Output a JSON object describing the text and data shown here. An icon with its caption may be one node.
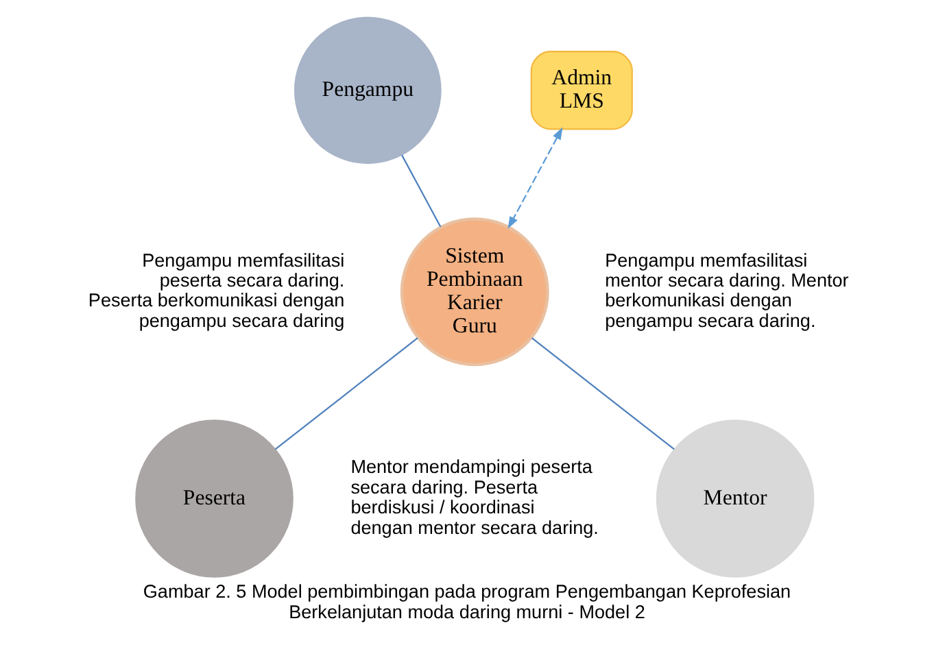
{
  "diagram": {
    "caption": "Gambar 2. 5 Model pembimbingan pada program Pengembangan Keprofesian Berkelanjutan moda daring murni - Model 2",
    "nodes": [
      {
        "text": [
          "Pengampu"
        ]
      },
      {
        "text": [
          "Admin LMS"
        ]
      },
      {
        "text": [
          "Sistem Pembinaan Karier Guru"
        ]
      },
      {
        "text": [
          "Peserta"
        ]
      },
      {
        "text": [
          "Mentor"
        ]
      }
    ],
    "edges": [
      {
        "from": 0,
        "to": 2,
        "arrow": "none"
      },
      {
        "from": 1,
        "to": 2,
        "arrow": "both",
        "style": "dashed",
        "color": "#5b9bd5"
      },
      {
        "from": 2,
        "to": 3,
        "arrow": "none"
      },
      {
        "from": 2,
        "to": 4,
        "arrow": "none"
      }
    ],
    "labels": [
      "Pengampu memfasilitasi peserta secara daring. Peserta berkomunikasi dengan pengampu secara daring",
      "Pengampu memfasilitasi mentor secara daring. Mentor berkomunikasi dengan pengampu secara daring.",
      "Mentor mendampingi peserta secara daring. Peserta berdiskusi / koordinasi dengan mentor secara daring."
    ]
  }
}
